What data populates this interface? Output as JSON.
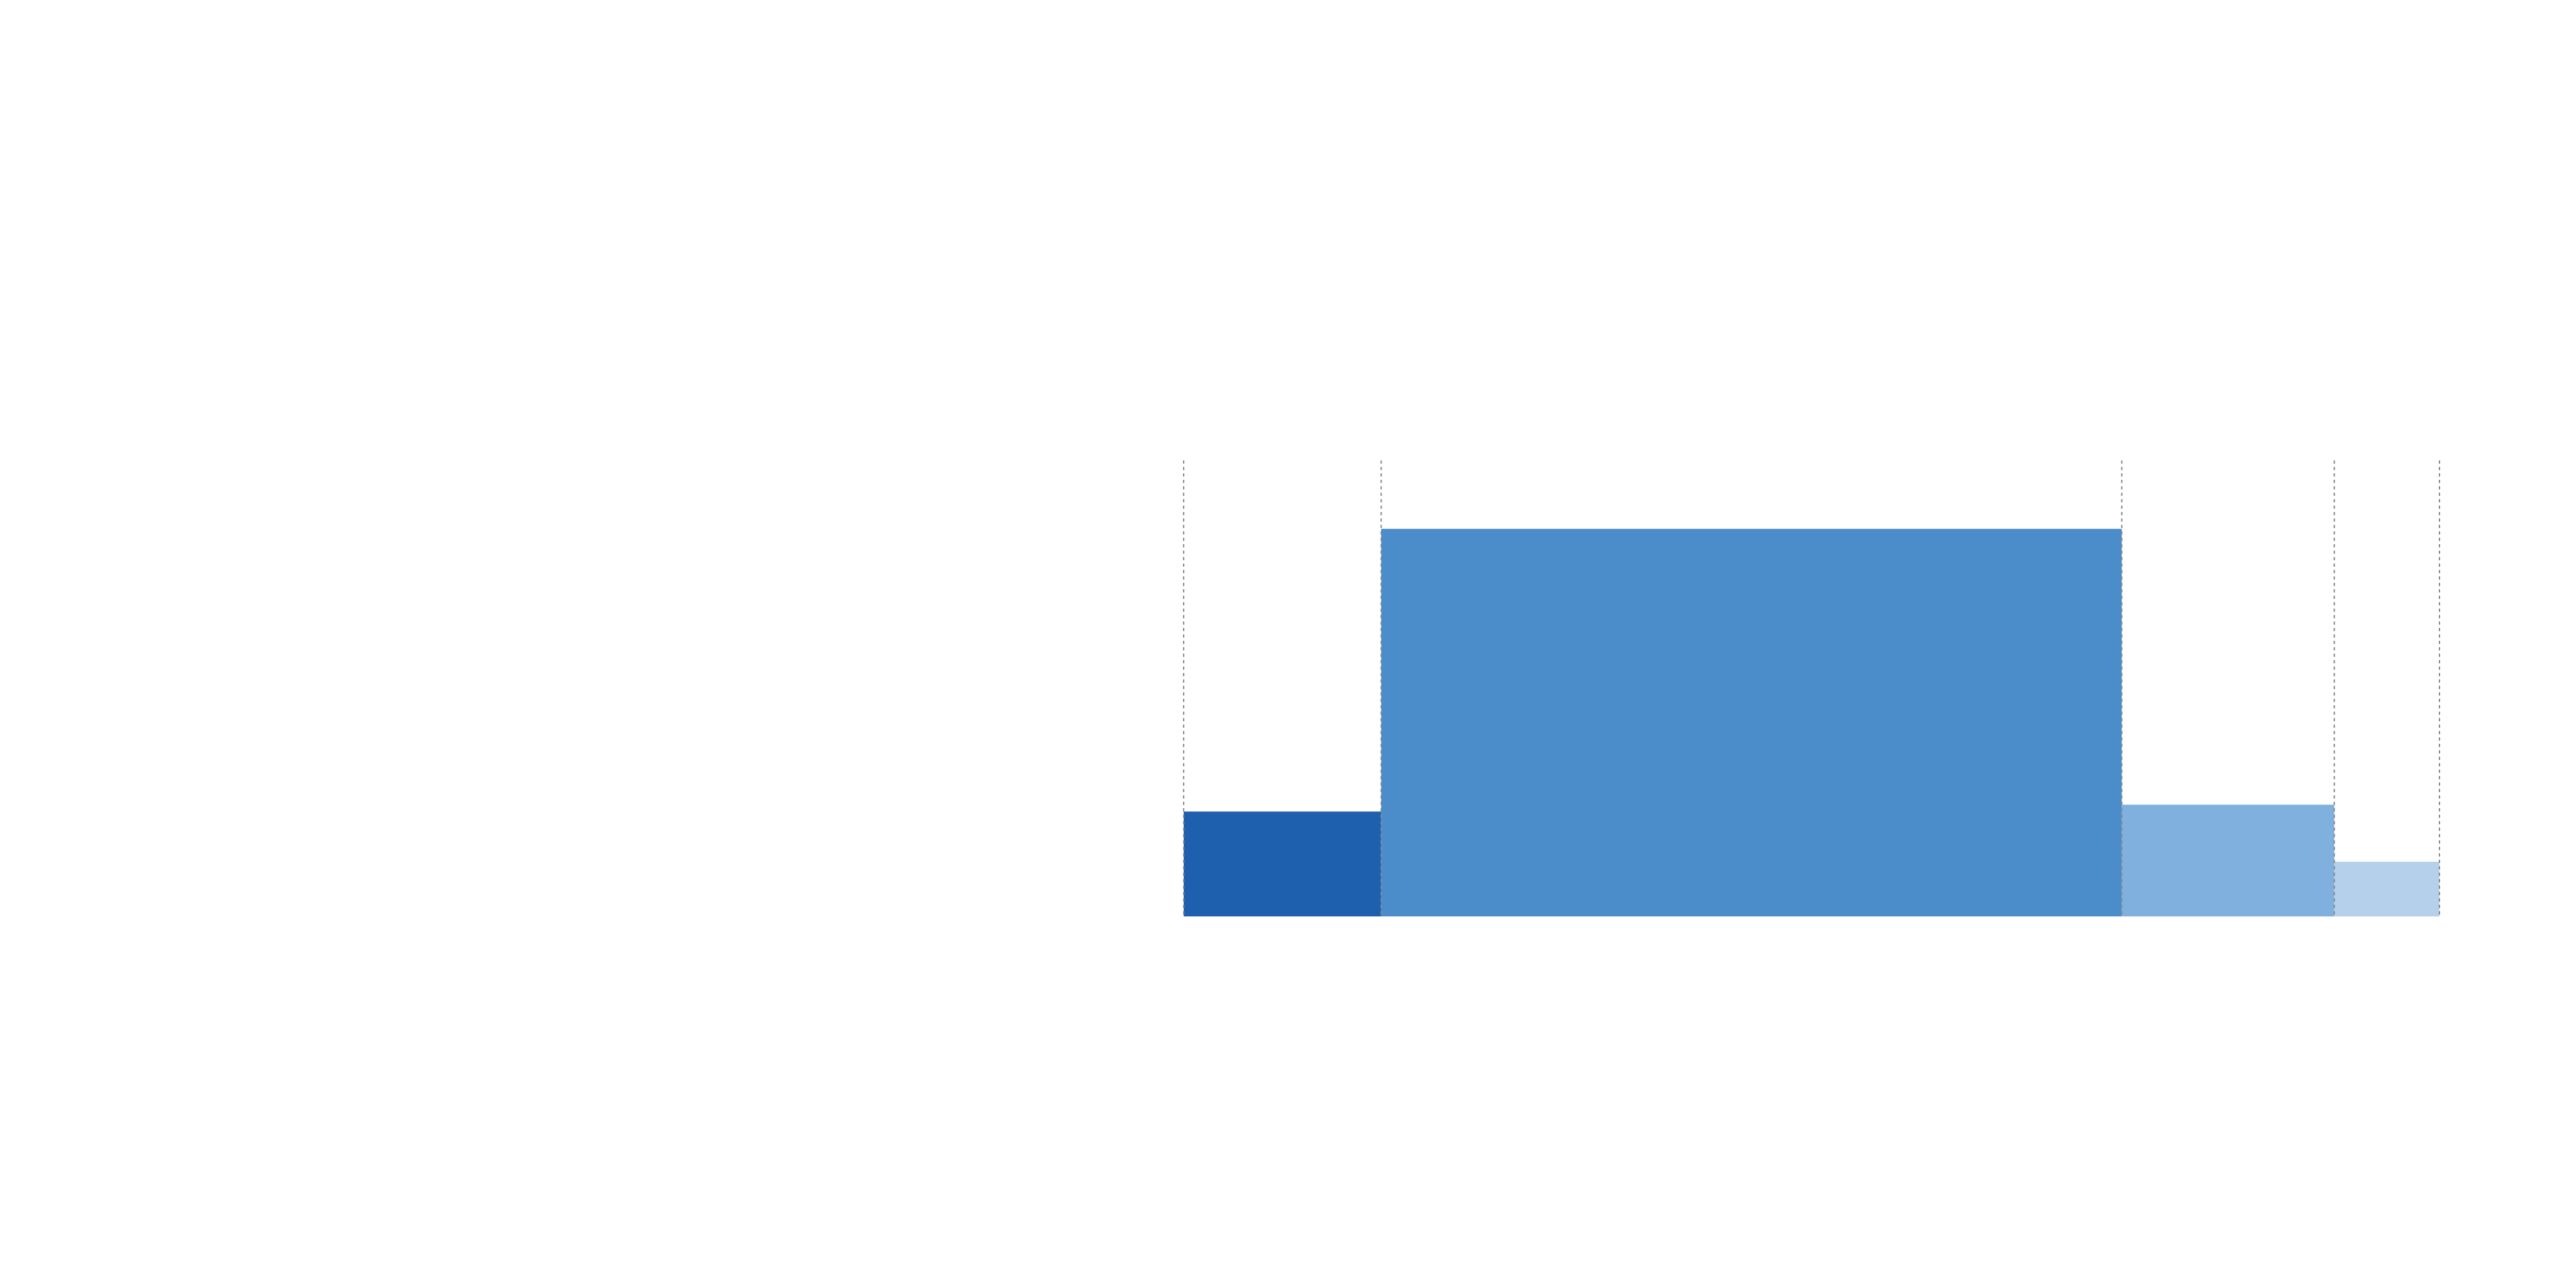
{
  "chart_data": {
    "type": "bar",
    "variant": "variable-width",
    "title": "",
    "xlabel": "",
    "ylabel": "",
    "x_boundaries": [
      0,
      0.092,
      0.437,
      0.536,
      0.585
    ],
    "ylim": [
      0,
      1.0
    ],
    "values": [
      0.23,
      0.85,
      0.245,
      0.12
    ],
    "colors": [
      "#1f60ae",
      "#4a8dca",
      "#80b0de",
      "#b5d0ea"
    ],
    "grid": {
      "vertical_dashed_at_boundaries": true,
      "color": "#888888"
    }
  }
}
